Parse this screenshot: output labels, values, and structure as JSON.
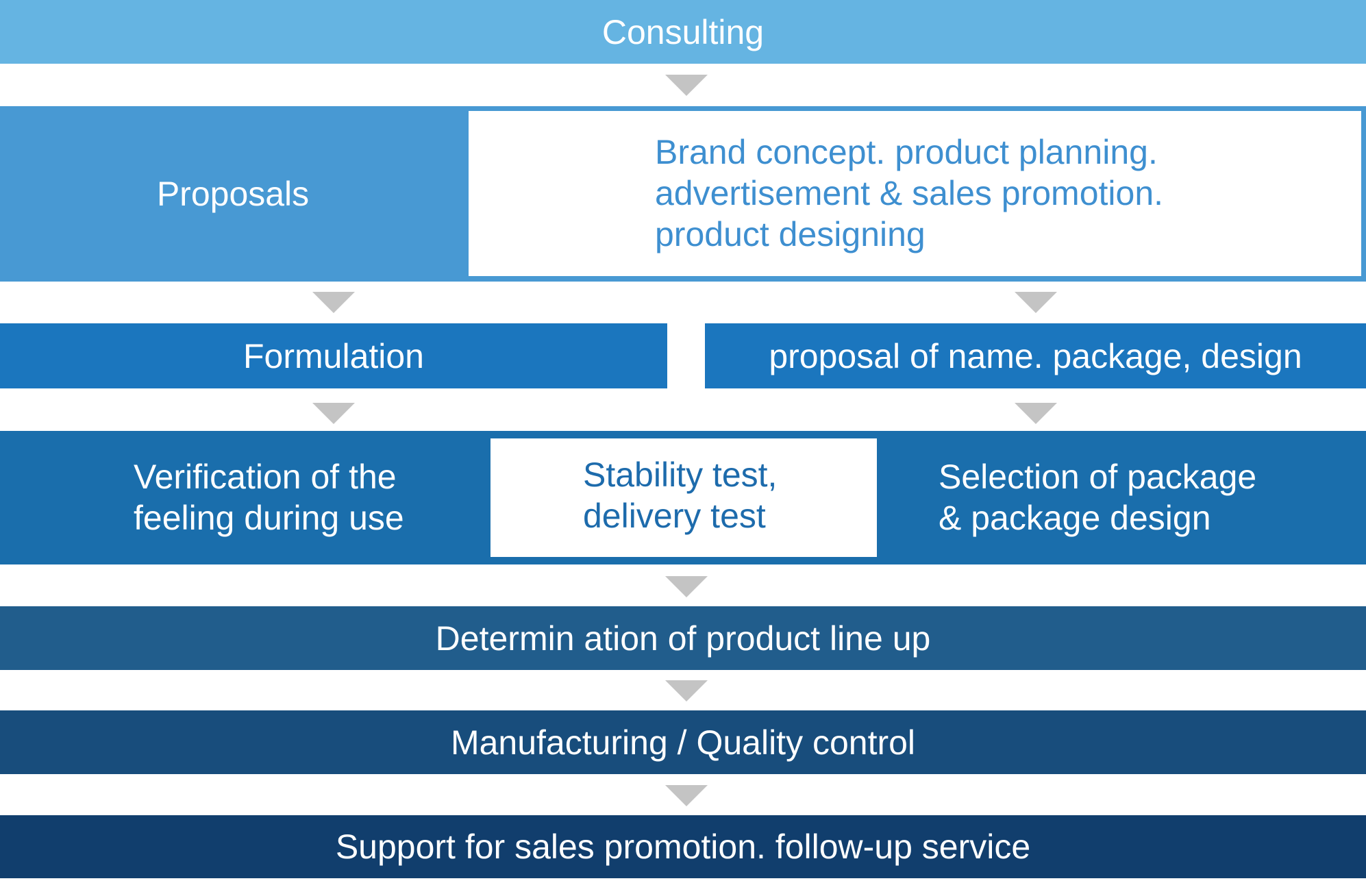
{
  "steps": {
    "consulting": "Consulting",
    "proposals": {
      "label": "Proposals",
      "details": [
        "Brand concept. product planning.",
        "advertisement & sales promotion.",
        "product designing"
      ]
    },
    "formulation": "Formulation",
    "naming_proposal": "proposal of name. package, design",
    "verification": [
      "Verification of the",
      "feeling during use"
    ],
    "stability": [
      "Stability test,",
      "delivery test"
    ],
    "package_selection": [
      "Selection of package",
      "& package design"
    ],
    "lineup": "Determin ation of product line up",
    "manufacturing": "Manufacturing / Quality control",
    "support": "Support for sales promotion. follow-up service"
  },
  "colors": {
    "consulting": "#65b4e2",
    "proposals": "#4899d3",
    "formulation": "#1b76be",
    "testing": "#1a6eac",
    "lineup": "#215d8c",
    "manufacturing": "#184d7c",
    "support": "#113e6d",
    "arrow": "#c4c4c4"
  }
}
